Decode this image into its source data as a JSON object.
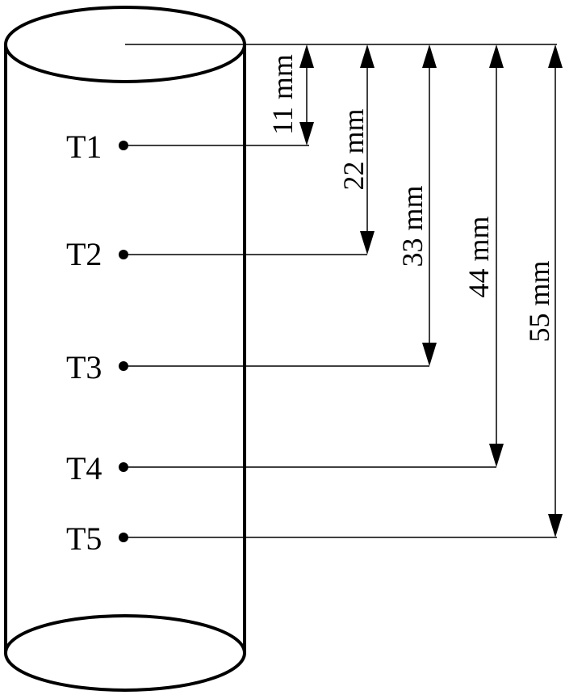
{
  "sensors": [
    {
      "id": "t1",
      "label": "T1"
    },
    {
      "id": "t2",
      "label": "T2"
    },
    {
      "id": "t3",
      "label": "T3"
    },
    {
      "id": "t4",
      "label": "T4"
    },
    {
      "id": "t5",
      "label": "T5"
    }
  ],
  "dimensions": [
    {
      "id": "t1",
      "label": "11 mm",
      "value_mm": 11
    },
    {
      "id": "t2",
      "label": "22 mm",
      "value_mm": 22
    },
    {
      "id": "t3",
      "label": "33 mm",
      "value_mm": 33
    },
    {
      "id": "t4",
      "label": "44 mm",
      "value_mm": 44
    },
    {
      "id": "t5",
      "label": "55 mm",
      "value_mm": 55
    }
  ]
}
